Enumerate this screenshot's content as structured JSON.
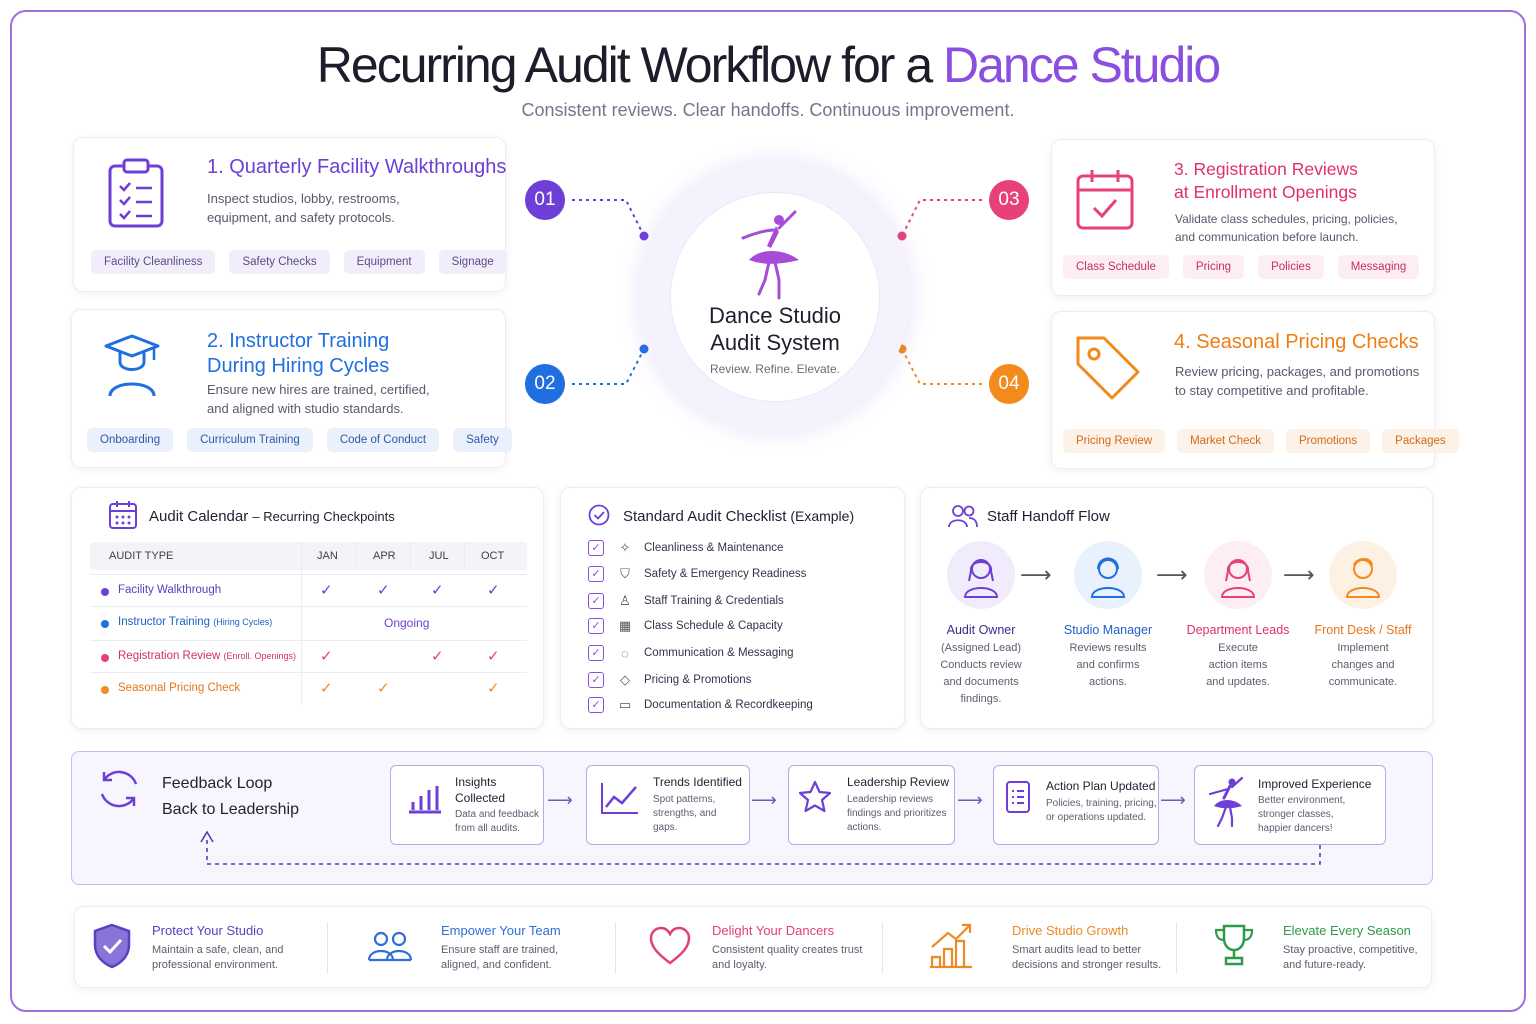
{
  "header": {
    "title_main": "Recurring Audit Workflow for a ",
    "title_accent": "Dance Studio",
    "subtitle": "Consistent reviews. Clear handoffs. Continuous improvement."
  },
  "colors": {
    "purple": "#8b4fe0",
    "blue": "#1f6fe0",
    "pink": "#e8407a",
    "orange": "#f28a1c"
  },
  "hub": {
    "title_line1": "Dance Studio",
    "title_line2": "Audit System",
    "tagline": "Review. Refine. Elevate.",
    "icon": "ballerina-icon"
  },
  "cards": [
    {
      "number": "01",
      "title_line1": "1. Quarterly Facility Walkthroughs",
      "title_line2": "",
      "desc_line1": "Inspect studios, lobby, restrooms,",
      "desc_line2": "equipment, and safety protocols.",
      "icon": "clipboard-checklist-icon",
      "chips": [
        "Facility Cleanliness",
        "Safety Checks",
        "Equipment",
        "Signage"
      ]
    },
    {
      "number": "02",
      "title_line1": "2. Instructor Training",
      "title_line2": "During Hiring Cycles",
      "desc_line1": "Ensure new hires are trained, certified,",
      "desc_line2": "and aligned with studio standards.",
      "icon": "graduate-icon",
      "chips": [
        "Onboarding",
        "Curriculum Training",
        "Code of Conduct",
        "Safety"
      ]
    },
    {
      "number": "03",
      "title_line1": "3. Registration Reviews",
      "title_line2": "at Enrollment Openings",
      "desc_line1": "Validate class schedules, pricing, policies,",
      "desc_line2": "and communication before launch.",
      "icon": "calendar-check-icon",
      "chips": [
        "Class Schedule",
        "Pricing",
        "Policies",
        "Messaging"
      ]
    },
    {
      "number": "04",
      "title_line1": "4. Seasonal Pricing Checks",
      "title_line2": "",
      "desc_line1": "Review pricing, packages, and promotions",
      "desc_line2": "to stay competitive and profitable.",
      "icon": "price-tag-icon",
      "chips": [
        "Pricing Review",
        "Market Check",
        "Promotions",
        "Packages"
      ]
    }
  ],
  "calendar": {
    "title_bold": "Audit Calendar",
    "title_rest": "– Recurring Checkpoints",
    "columns": [
      "AUDIT TYPE",
      "JAN",
      "APR",
      "JUL",
      "OCT"
    ],
    "rows": [
      {
        "label": "Facility Walkthrough",
        "small": "",
        "marks": [
          "✓",
          "✓",
          "✓",
          "✓"
        ]
      },
      {
        "label": "Instructor Training ",
        "small": "(Hiring Cycles)",
        "ongoing": "Ongoing"
      },
      {
        "label": "Registration Review ",
        "small": "(Enroll. Openings)",
        "marks": [
          "✓",
          "",
          "✓",
          "✓"
        ]
      },
      {
        "label": "Seasonal Pricing Check",
        "small": "",
        "marks": [
          "✓",
          "✓",
          "",
          "✓"
        ]
      }
    ]
  },
  "checklist": {
    "title_bold": "Standard Audit Checklist",
    "title_rest": " (Example)",
    "items": [
      {
        "label": "Cleanliness & Maintenance",
        "icon": "sparkle-icon"
      },
      {
        "label": "Safety & Emergency Readiness",
        "icon": "shield-icon"
      },
      {
        "label": "Staff Training & Credentials",
        "icon": "person-icon"
      },
      {
        "label": "Class Schedule & Capacity",
        "icon": "calendar-icon"
      },
      {
        "label": "Communication & Messaging",
        "icon": "chat-bubble-icon"
      },
      {
        "label": "Pricing & Promotions",
        "icon": "tag-icon"
      },
      {
        "label": "Documentation & Recordkeeping",
        "icon": "folder-icon"
      }
    ]
  },
  "handoff": {
    "title": "Staff Handoff Flow",
    "steps": [
      {
        "name": "Audit Owner",
        "lines": [
          "(Assigned Lead)",
          "Conducts review",
          "and documents",
          "findings."
        ]
      },
      {
        "name": "Studio Manager",
        "lines": [
          "Reviews results",
          "and confirms",
          "actions."
        ]
      },
      {
        "name": "Department Leads",
        "lines": [
          "Execute",
          "action items",
          "and updates."
        ]
      },
      {
        "name": "Front Desk / Staff",
        "lines": [
          "Implement",
          "changes and",
          "communicate."
        ]
      }
    ]
  },
  "feedback": {
    "title_line1": "Feedback Loop",
    "title_line2": "Back to Leadership",
    "steps": [
      {
        "title": [
          "Insights",
          "Collected"
        ],
        "desc": [
          "Data and feedback",
          "from all audits."
        ],
        "icon": "bar-chart-icon"
      },
      {
        "title": [
          "Trends Identified"
        ],
        "desc": [
          "Spot patterns,",
          "strengths, and",
          "gaps."
        ],
        "icon": "trend-line-icon"
      },
      {
        "title": [
          "Leadership Review"
        ],
        "desc": [
          "Leadership reviews",
          "findings and prioritizes",
          "actions."
        ],
        "icon": "star-icon"
      },
      {
        "title": [
          "Action Plan Updated"
        ],
        "desc": [
          "Policies, training, pricing,",
          "or operations updated."
        ],
        "icon": "document-list-icon"
      },
      {
        "title": [
          "Improved Experience"
        ],
        "desc": [
          "Better environment,",
          "stronger classes,",
          "happier dancers!"
        ],
        "icon": "dancer-icon"
      }
    ]
  },
  "benefits": [
    {
      "title": "Protect Your Studio",
      "desc": [
        "Maintain a safe, clean, and",
        "professional environment."
      ],
      "icon": "shield-check-icon",
      "color": "#6a46c9"
    },
    {
      "title": "Empower Your Team",
      "desc": [
        "Ensure staff are trained,",
        "aligned, and confident."
      ],
      "icon": "team-icon",
      "color": "#2f6fd6"
    },
    {
      "title": "Delight Your Dancers",
      "desc": [
        "Consistent quality creates trust",
        "and loyalty."
      ],
      "icon": "heart-icon",
      "color": "#e0407a"
    },
    {
      "title": "Drive Studio Growth",
      "desc": [
        "Smart audits lead to better",
        "decisions and stronger results."
      ],
      "icon": "growth-chart-icon",
      "color": "#ec8a25"
    },
    {
      "title": "Elevate Every Season",
      "desc": [
        "Stay proactive, competitive,",
        "and future-ready."
      ],
      "icon": "trophy-icon",
      "color": "#2f9a4a"
    }
  ]
}
